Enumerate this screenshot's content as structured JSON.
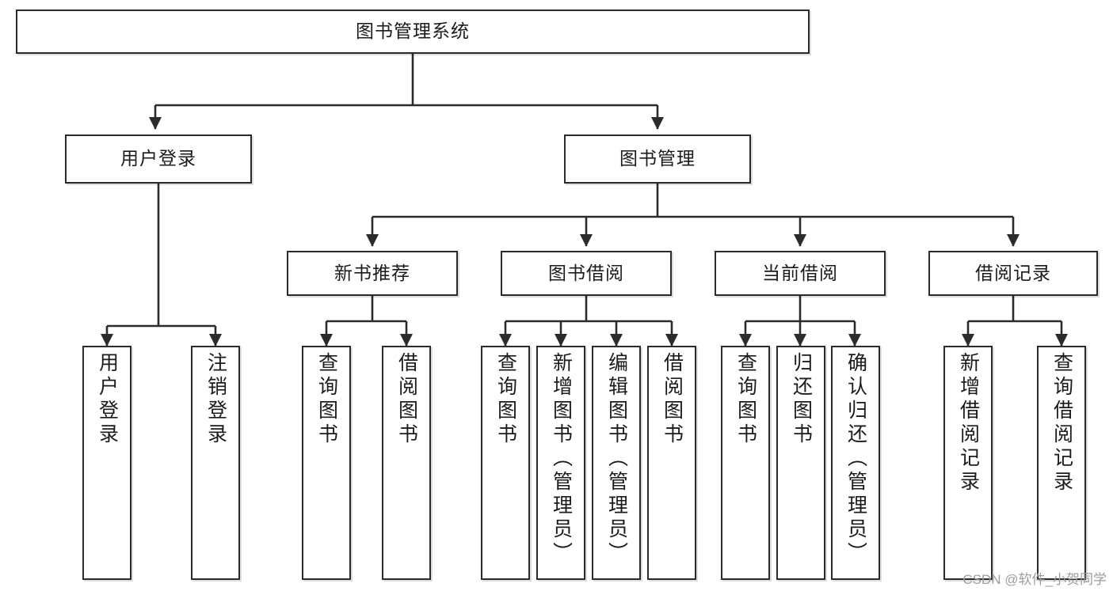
{
  "diagram": {
    "type": "tree-hierarchy",
    "title": "图书管理系统",
    "watermark": "CSDN @软件_小贺同学",
    "colors": {
      "box_border": "#2b2b2b",
      "box_fill": "#ffffff",
      "connector": "#2b2b2b",
      "text": "#1b1b1b",
      "watermark": "#9d9d9d",
      "background": "#ffffff"
    },
    "levels": {
      "root": {
        "label": "图书管理系统"
      },
      "level2": [
        {
          "id": "user-login",
          "label": "用户登录"
        },
        {
          "id": "book-management",
          "label": "图书管理"
        }
      ],
      "level3": [
        {
          "id": "new-book-recommend",
          "label": "新书推荐",
          "parent": "book-management"
        },
        {
          "id": "book-borrow",
          "label": "图书借阅",
          "parent": "book-management"
        },
        {
          "id": "current-borrow",
          "label": "当前借阅",
          "parent": "book-management"
        },
        {
          "id": "borrow-record",
          "label": "借阅记录",
          "parent": "book-management"
        }
      ],
      "leaves": [
        {
          "id": "leaf-user-login",
          "label": "用户登录",
          "parent": "user-login"
        },
        {
          "id": "leaf-logout-login",
          "label": "注销登录",
          "parent": "user-login"
        },
        {
          "id": "leaf-query-book-1",
          "label": "查询图书",
          "parent": "new-book-recommend"
        },
        {
          "id": "leaf-borrow-book-1",
          "label": "借阅图书",
          "parent": "new-book-recommend"
        },
        {
          "id": "leaf-query-book-2",
          "label": "查询图书",
          "parent": "book-borrow"
        },
        {
          "id": "leaf-add-book",
          "label": "新增图书（管理员）",
          "parent": "book-borrow"
        },
        {
          "id": "leaf-edit-book",
          "label": "编辑图书（管理员）",
          "parent": "book-borrow"
        },
        {
          "id": "leaf-borrow-book-2",
          "label": "借阅图书",
          "parent": "book-borrow"
        },
        {
          "id": "leaf-query-book-3",
          "label": "查询图书",
          "parent": "current-borrow"
        },
        {
          "id": "leaf-return-book",
          "label": "归还图书",
          "parent": "current-borrow"
        },
        {
          "id": "leaf-confirm-return",
          "label": "确认归还（管理员）",
          "parent": "current-borrow"
        },
        {
          "id": "leaf-add-record",
          "label": "新增借阅记录",
          "parent": "borrow-record"
        },
        {
          "id": "leaf-query-record",
          "label": "查询借阅记录",
          "parent": "borrow-record"
        }
      ]
    }
  }
}
